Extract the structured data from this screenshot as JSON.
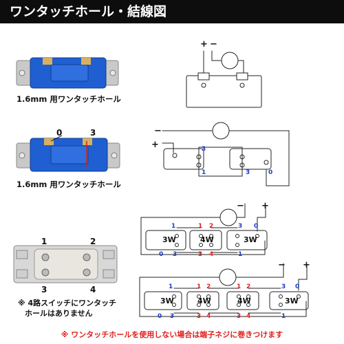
{
  "header": {
    "title": "ワンタッチホール・結線図"
  },
  "colors": {
    "blue_text": "#1a3cc7",
    "red_text": "#d8201c",
    "switch_blue": "#1f5fd1",
    "footer_red": "#e0201d"
  },
  "photos": [
    {
      "caption": "1.6mm 用ワンタッチホール"
    },
    {
      "caption": "1.6mm 用ワンタッチホール",
      "labels": [
        "0",
        "3"
      ]
    },
    {
      "labels": [
        "1",
        "2",
        "3",
        "4"
      ],
      "note_line1": "※ 4路スイッチにワンタッチ",
      "note_line2": "ホールはありません"
    }
  ],
  "diagram1": {
    "plus": "+",
    "minus": "−"
  },
  "diagram2": {
    "plus": "+",
    "minus": "−",
    "s1": {
      "top": "3",
      "bottom": "1"
    },
    "s2": {
      "left": "3",
      "right": "0"
    }
  },
  "diagram3": {
    "plus": "+",
    "minus": "−",
    "s3w_a": {
      "label": "3W",
      "top": "1",
      "bl": "0",
      "br": "3"
    },
    "s4w": {
      "label": "4W",
      "tl": "1",
      "tr": "2",
      "bl": "3",
      "br": "4"
    },
    "s3w_b": {
      "label": "3W",
      "tl": "3",
      "tr": "0",
      "br": "1"
    }
  },
  "diagram4": {
    "plus": "+",
    "minus": "−",
    "s3w_a": {
      "label": "3W",
      "top": "1",
      "bl": "0",
      "br": "3"
    },
    "s4w_a": {
      "label": "4W",
      "tl": "1",
      "tr": "2",
      "bl": "3",
      "br": "4"
    },
    "s4w_b": {
      "label": "4W",
      "tl": "1",
      "tr": "2",
      "bl": "3",
      "br": "4"
    },
    "s3w_b": {
      "label": "3W",
      "tl": "3",
      "tr": "0",
      "br": "1"
    }
  },
  "footer": {
    "text": "※ ワンタッチホールを使用しない場合は端子ネジに巻きつけます"
  }
}
